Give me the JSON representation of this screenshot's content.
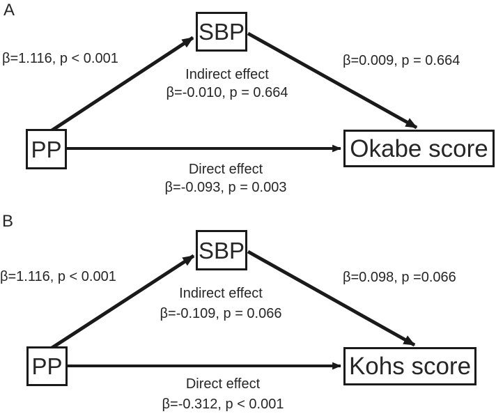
{
  "figure_type": "mediation path diagram",
  "colors": {
    "line": "#1a1a1a",
    "text": "#262626",
    "background": "#ffffff"
  },
  "panels": [
    {
      "label": "A",
      "predictor": "PP",
      "mediator": "SBP",
      "outcome": "Okabe score",
      "path_a_label": "β=1.116, p < 0.001",
      "path_b_label": "β=0.009, p = 0.664",
      "indirect_effect_title": "Indirect effect",
      "indirect_effect_value": "β=-0.010, p = 0.664",
      "direct_effect_title": "Direct effect",
      "direct_effect_value": "β=-0.093, p = 0.003"
    },
    {
      "label": "B",
      "predictor": "PP",
      "mediator": "SBP",
      "outcome": "Kohs score",
      "path_a_label": "β=1.116, p < 0.001",
      "path_b_label": "β=0.098, p =0.066",
      "indirect_effect_title": "Indirect effect",
      "indirect_effect_value": "β=-0.109, p = 0.066",
      "direct_effect_title": "Direct effect",
      "direct_effect_value": "β=-0.312, p < 0.001"
    }
  ]
}
